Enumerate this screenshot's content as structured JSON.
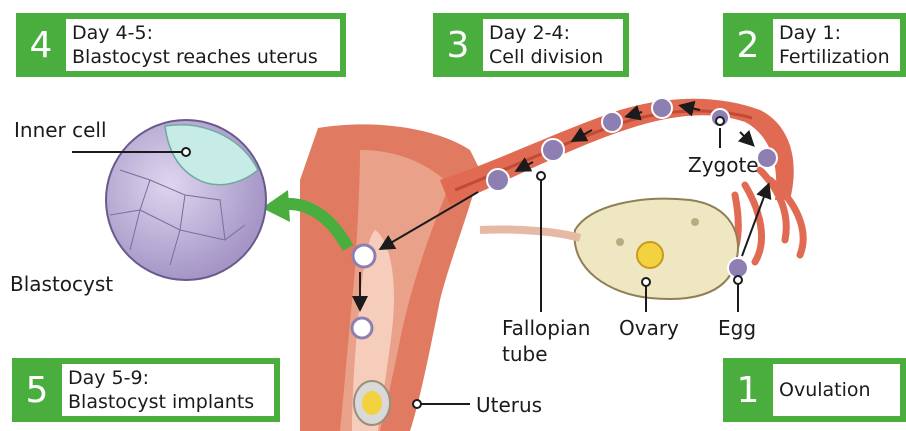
{
  "steps": [
    {
      "number": "4",
      "line1": "Day 4-5:",
      "line2": "Blastocyst reaches uterus"
    },
    {
      "number": "3",
      "line1": "Day 2-4:",
      "line2": "Cell division"
    },
    {
      "number": "2",
      "line1": "Day 1:",
      "line2": "Fertilization"
    },
    {
      "number": "5",
      "line1": "Day 5-9:",
      "line2": "Blastocyst implants"
    },
    {
      "number": "1",
      "line1": "Ovulation",
      "line2": ""
    }
  ],
  "labels": {
    "inner_cell": "Inner cell",
    "blastocyst": "Blastocyst",
    "zygote": "Zygote",
    "fallopian_line1": "Fallopian",
    "fallopian_line2": "tube",
    "ovary": "Ovary",
    "egg": "Egg",
    "uterus": "Uterus"
  },
  "colors": {
    "step_green": "#4aae3f",
    "tissue": "#e0735a",
    "tissue_light": "#efa98f",
    "ovary": "#efe6c2",
    "cell": "#8e7fb3",
    "blastocyst": "#b6a9cf",
    "inner_cell_mass": "#c7ebe6",
    "arrow_green": "#4aae3f"
  }
}
